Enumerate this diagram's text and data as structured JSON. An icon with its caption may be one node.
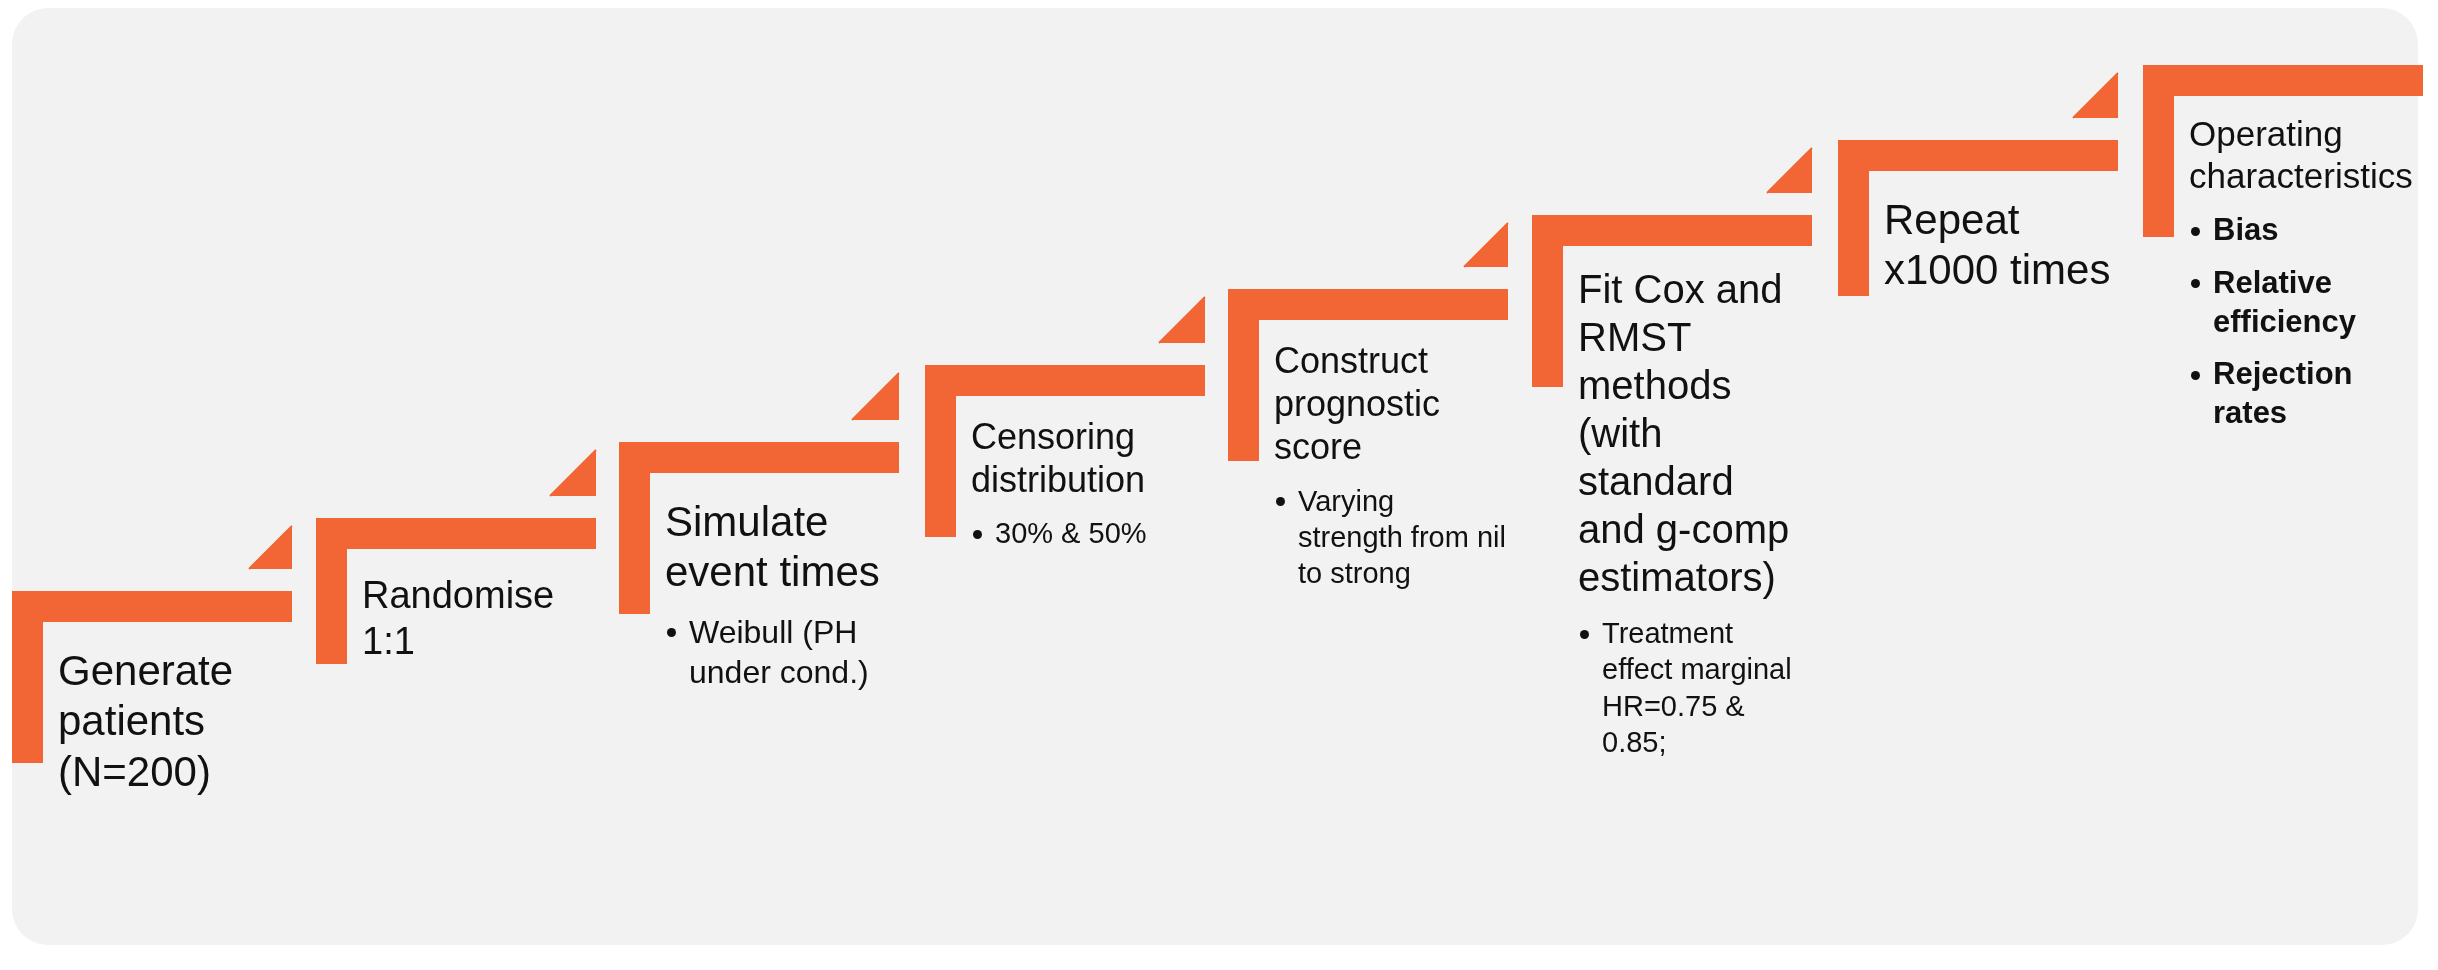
{
  "diagram": {
    "nodes": [
      {
        "text": [
          "Generate patients (N=200)"
        ]
      },
      {
        "text": [
          "Randomise 1:1"
        ]
      },
      {
        "text": [
          "Simulate event times",
          "Weibull (PH under cond.)"
        ]
      },
      {
        "text": [
          "Censoring distribution",
          "30% & 50%"
        ]
      },
      {
        "text": [
          "Construct prognostic score",
          "Varying strength from nil to strong"
        ]
      },
      {
        "text": [
          "Fit Cox and RMST methods (with standard and g-comp estimators)",
          "Treatment effect marginal HR=0.75 & 0.85;"
        ]
      },
      {
        "text": [
          "Repeat x1000 times"
        ]
      },
      {
        "text": [
          "Operating characteristics",
          "Bias",
          "Relative efficiency",
          "Rejection rates"
        ]
      }
    ],
    "edges": [
      {
        "from": 0,
        "to": 1,
        "arrow": "to"
      },
      {
        "from": 1,
        "to": 2,
        "arrow": "to"
      },
      {
        "from": 2,
        "to": 3,
        "arrow": "to"
      },
      {
        "from": 3,
        "to": 4,
        "arrow": "to"
      },
      {
        "from": 4,
        "to": 5,
        "arrow": "to"
      },
      {
        "from": 5,
        "to": 6,
        "arrow": "to"
      },
      {
        "from": 6,
        "to": 7,
        "arrow": "to"
      }
    ]
  }
}
